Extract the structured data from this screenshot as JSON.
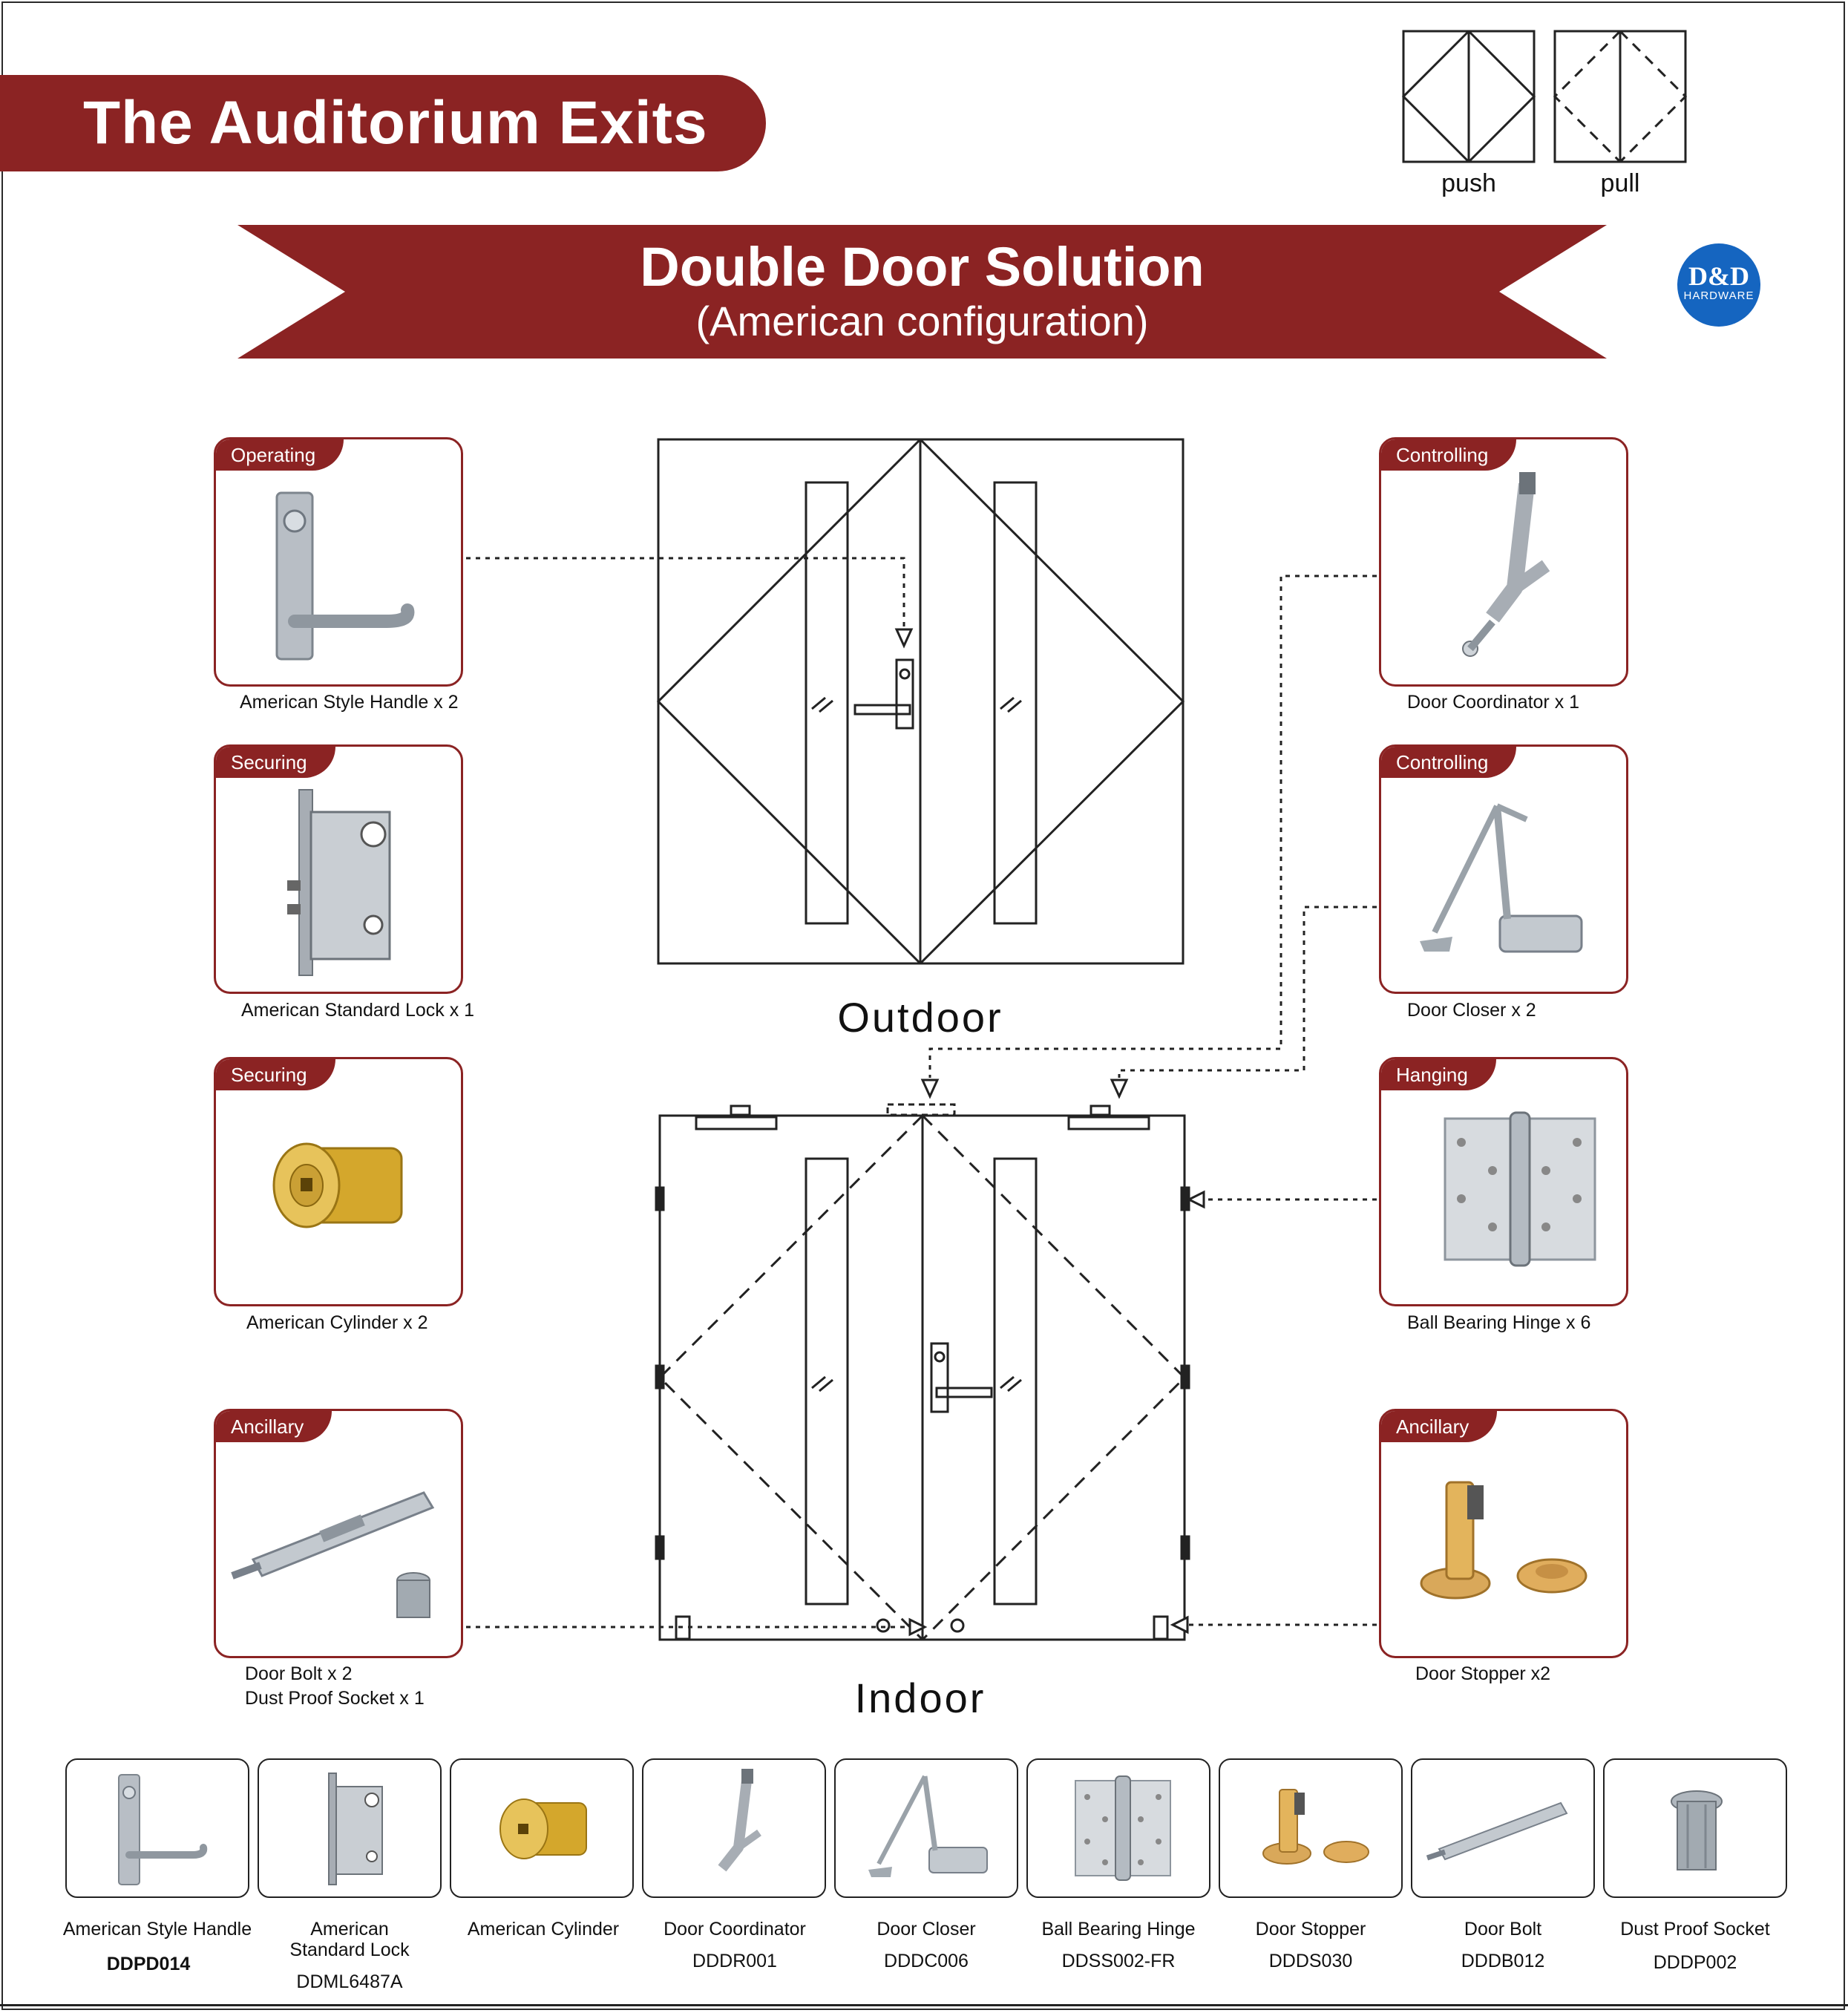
{
  "header": {
    "title": "The Auditorium Exits"
  },
  "legend": {
    "push_label": "push",
    "pull_label": "pull"
  },
  "banner": {
    "title": "Double Door Solution",
    "subtitle": "(American configuration)"
  },
  "logo": {
    "main": "D&D",
    "sub": "HARDWARE",
    "color": "#1565c0"
  },
  "accent_color": "#8b2323",
  "diagram": {
    "outdoor_label": "Outdoor",
    "indoor_label": "Indoor"
  },
  "cards_left": [
    {
      "tag": "Operating",
      "caption": "American Style Handle x 2",
      "icon": "lever-handle-icon"
    },
    {
      "tag": "Securing",
      "caption": "American Standard Lock x 1",
      "icon": "mortise-lock-icon"
    },
    {
      "tag": "Securing",
      "caption": "American Cylinder x 2",
      "icon": "cylinder-icon"
    },
    {
      "tag": "Ancillary",
      "caption": "Door Bolt x 2",
      "caption2": "Dust Proof Socket x 1",
      "icon": "door-bolt-icon"
    }
  ],
  "cards_right": [
    {
      "tag": "Controlling",
      "caption": "Door Coordinator x 1",
      "icon": "door-coordinator-icon"
    },
    {
      "tag": "Controlling",
      "caption": "Door Closer x 2",
      "icon": "door-closer-icon"
    },
    {
      "tag": "Hanging",
      "caption": "Ball Bearing Hinge x 6",
      "icon": "hinge-icon"
    },
    {
      "tag": "Ancillary",
      "caption": "Door Stopper x2",
      "icon": "door-stopper-icon"
    }
  ],
  "products": [
    {
      "name": "American Style Handle",
      "code": "DDPD014"
    },
    {
      "name": "American",
      "name2": "Standard Lock",
      "code": "DDML6487A"
    },
    {
      "name": "American Cylinder",
      "code": ""
    },
    {
      "name": "Door Coordinator",
      "code": "DDDR001"
    },
    {
      "name": "Door Closer",
      "code": "DDDC006"
    },
    {
      "name": "Ball Bearing Hinge",
      "code": "DDSS002-FR"
    },
    {
      "name": "Door Stopper",
      "code": "DDDS030"
    },
    {
      "name": "Door Bolt",
      "code": "DDDB012"
    },
    {
      "name": "Dust Proof Socket",
      "code": "DDDP002"
    }
  ]
}
